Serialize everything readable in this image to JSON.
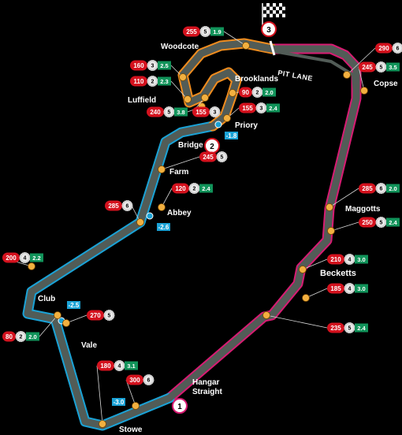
{
  "colors": {
    "background": "#000000",
    "track": "#525c57",
    "sector1": "#d81b72",
    "sector2": "#1aa2d6",
    "sector3": "#f08c1e",
    "speed_badge": "#d4121e",
    "gforce_badge": "#11935a",
    "brake_marker": "#f2b040",
    "delta_badge": "#1aa2d6"
  },
  "corners": [
    {
      "name": "Woodcote"
    },
    {
      "name": "Brooklands"
    },
    {
      "name": "Luffield"
    },
    {
      "name": "Priory"
    },
    {
      "name": "Bridge"
    },
    {
      "name": "Farm"
    },
    {
      "name": "Abbey"
    },
    {
      "name": "Copse"
    },
    {
      "name": "Maggotts"
    },
    {
      "name": "Becketts"
    },
    {
      "name": "Club"
    },
    {
      "name": "Vale"
    },
    {
      "name": "Hangar Straight"
    },
    {
      "name": "Stowe"
    }
  ],
  "pit_lane": "PIT LANE",
  "sectors": [
    "1",
    "2",
    "3"
  ],
  "deltas": [
    "-1.8",
    "-2.6",
    "-2.5",
    "-3.0"
  ],
  "callouts": [
    {
      "speed": "255",
      "gear": "5",
      "g": "1.9"
    },
    {
      "speed": "160",
      "gear": "3",
      "g": "2.5"
    },
    {
      "speed": "110",
      "gear": "2",
      "g": "2.3"
    },
    {
      "speed": "90",
      "gear": "2",
      "g": "2.0"
    },
    {
      "speed": "155",
      "gear": "3",
      "g": "2.4"
    },
    {
      "speed": "240",
      "gear": "5",
      "g": "3.8"
    },
    {
      "speed": "155",
      "gear": "3",
      "g": ""
    },
    {
      "speed": "245",
      "gear": "5",
      "g": ""
    },
    {
      "speed": "120",
      "gear": "2",
      "g": "2.4"
    },
    {
      "speed": "285",
      "gear": "6",
      "g": ""
    },
    {
      "speed": "200",
      "gear": "4",
      "g": "2.2"
    },
    {
      "speed": "270",
      "gear": "5",
      "g": ""
    },
    {
      "speed": "80",
      "gear": "2",
      "g": "2.0"
    },
    {
      "speed": "180",
      "gear": "4",
      "g": "3.1"
    },
    {
      "speed": "300",
      "gear": "6",
      "g": ""
    },
    {
      "speed": "290",
      "gear": "6",
      "g": ""
    },
    {
      "speed": "245",
      "gear": "5",
      "g": "3.5"
    },
    {
      "speed": "285",
      "gear": "6",
      "g": "2.0"
    },
    {
      "speed": "250",
      "gear": "5",
      "g": "2.4"
    },
    {
      "speed": "210",
      "gear": "4",
      "g": "3.0"
    },
    {
      "speed": "185",
      "gear": "4",
      "g": "3.0"
    },
    {
      "speed": "235",
      "gear": "5",
      "g": "2.4"
    }
  ]
}
